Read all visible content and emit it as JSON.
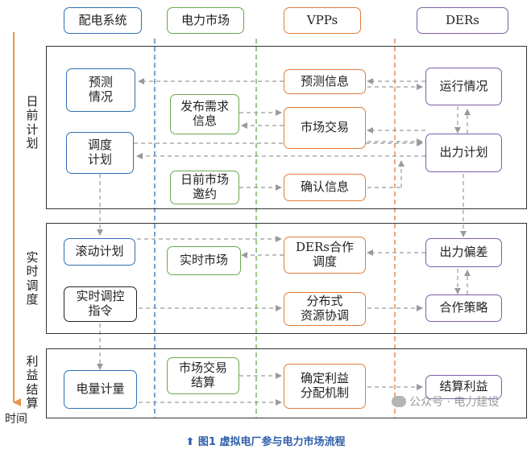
{
  "headers": {
    "grid": "配电系统",
    "market": "电力市场",
    "vpp": "VPPs",
    "der": "DERs"
  },
  "phases": {
    "day_ahead": "日前计划",
    "realtime": "实时调度",
    "settlement": "利益结算"
  },
  "time_axis_label": "时间",
  "boxes": {
    "forecast_situation": "预测\n情况",
    "forecast_info": "预测信息",
    "operation_status": "运行情况",
    "publish_demand": "发布需求\n信息",
    "market_trade": "市场交易",
    "dispatch_plan": "调度\n计划",
    "output_plan": "出力计划",
    "day_ahead_invite": "日前市场\n邀约",
    "confirm_info": "确认信息",
    "rolling_plan": "滚动计划",
    "ders_coop": "DERs合作\n调度",
    "output_deviation": "出力偏差",
    "realtime_market": "实时市场",
    "realtime_cmd": "实时调控\n指令",
    "distributed_coord": "分布式\n资源协调",
    "coop_strategy": "合作策略",
    "market_settle": "市场交易\n结算",
    "metering": "电量计量",
    "benefit_alloc": "确定利益\n分配机制",
    "settle_benefit": "结算利益"
  },
  "colors": {
    "grid": "#2f6fb3",
    "market": "#6aa84f",
    "vpp": "#e07b3a",
    "der": "#7b5ea7",
    "arrow": "#9a9a9a",
    "caption": "#2f5fa8"
  },
  "caption": "图1  虚拟电厂参与电力市场流程",
  "watermark": "公众号 · 电力建设"
}
